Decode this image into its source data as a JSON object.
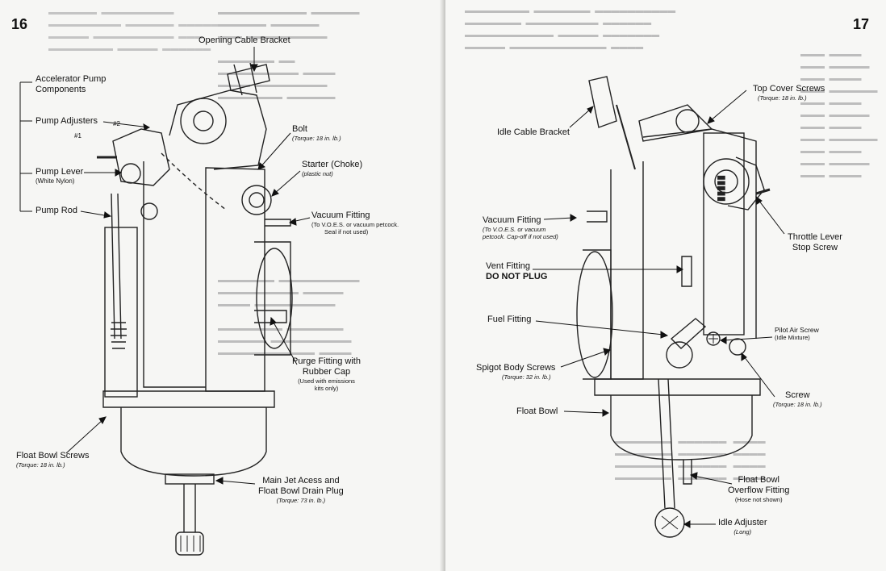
{
  "left_page": {
    "page_number": "16",
    "labels": {
      "opening_cable_bracket": "Opening Cable Bracket",
      "accel_pump_components": [
        "Accelerator Pump",
        "Components"
      ],
      "pump_adjusters": "Pump Adjusters",
      "marker_1": "#1",
      "marker_2": "#2",
      "bolt": "Bolt",
      "bolt_torque": "(Torque: 18 in. lb.)",
      "starter_choke": "Starter (Choke)",
      "starter_note": "(plastic nut)",
      "pump_lever": "Pump Lever",
      "pump_lever_note": "(White Nylon)",
      "pump_rod": "Pump Rod",
      "vacuum_fitting": "Vacuum Fitting",
      "vacuum_note": [
        "(To V.O.E.S. or vacuum petcock.",
        "Seal if not used)"
      ],
      "purge_fitting": [
        "Purge Fitting with",
        "Rubber Cap"
      ],
      "purge_note": [
        "(Used with emissions",
        "kits only)"
      ],
      "float_bowl_screws": "Float Bowl Screws",
      "float_bowl_screws_torque": "(Torque: 18 in. lb.)",
      "main_jet": [
        "Main Jet Acess and",
        "Float Bowl Drain Plug"
      ],
      "main_jet_torque": "(Torque: 73 in. lb.)"
    }
  },
  "right_page": {
    "page_number": "17",
    "labels": {
      "top_cover_screws": "Top Cover Screws",
      "top_cover_torque": "(Torque: 18 in. lb.)",
      "idle_cable_bracket": "Idle Cable Bracket",
      "vacuum_fitting": "Vacuum Fitting",
      "vacuum_note": [
        "(To V.O.E.S. or vacuum",
        "petcock. Cap-off if not used)"
      ],
      "throttle_lever": [
        "Throttle Lever",
        "Stop Screw"
      ],
      "vent_fitting": "Vent Fitting",
      "vent_warning": "DO NOT PLUG",
      "fuel_fitting": "Fuel Fitting",
      "pilot_air_screw": "Pilot Air Screw",
      "pilot_air_note": "(Idle Mixture)",
      "spigot_body_screws": "Spigot Body Screws",
      "spigot_torque": "(Torque: 32 in. lb.)",
      "screw": "Screw",
      "screw_torque": "(Torque: 18 in. lb.)",
      "float_bowl": "Float Bowl",
      "float_bowl_overflow": [
        "Float Bowl",
        "Overflow Fitting"
      ],
      "overflow_note": "(Hose not shown)",
      "idle_adjuster": "Idle Adjuster",
      "idle_adjuster_note": "(Long)"
    }
  }
}
